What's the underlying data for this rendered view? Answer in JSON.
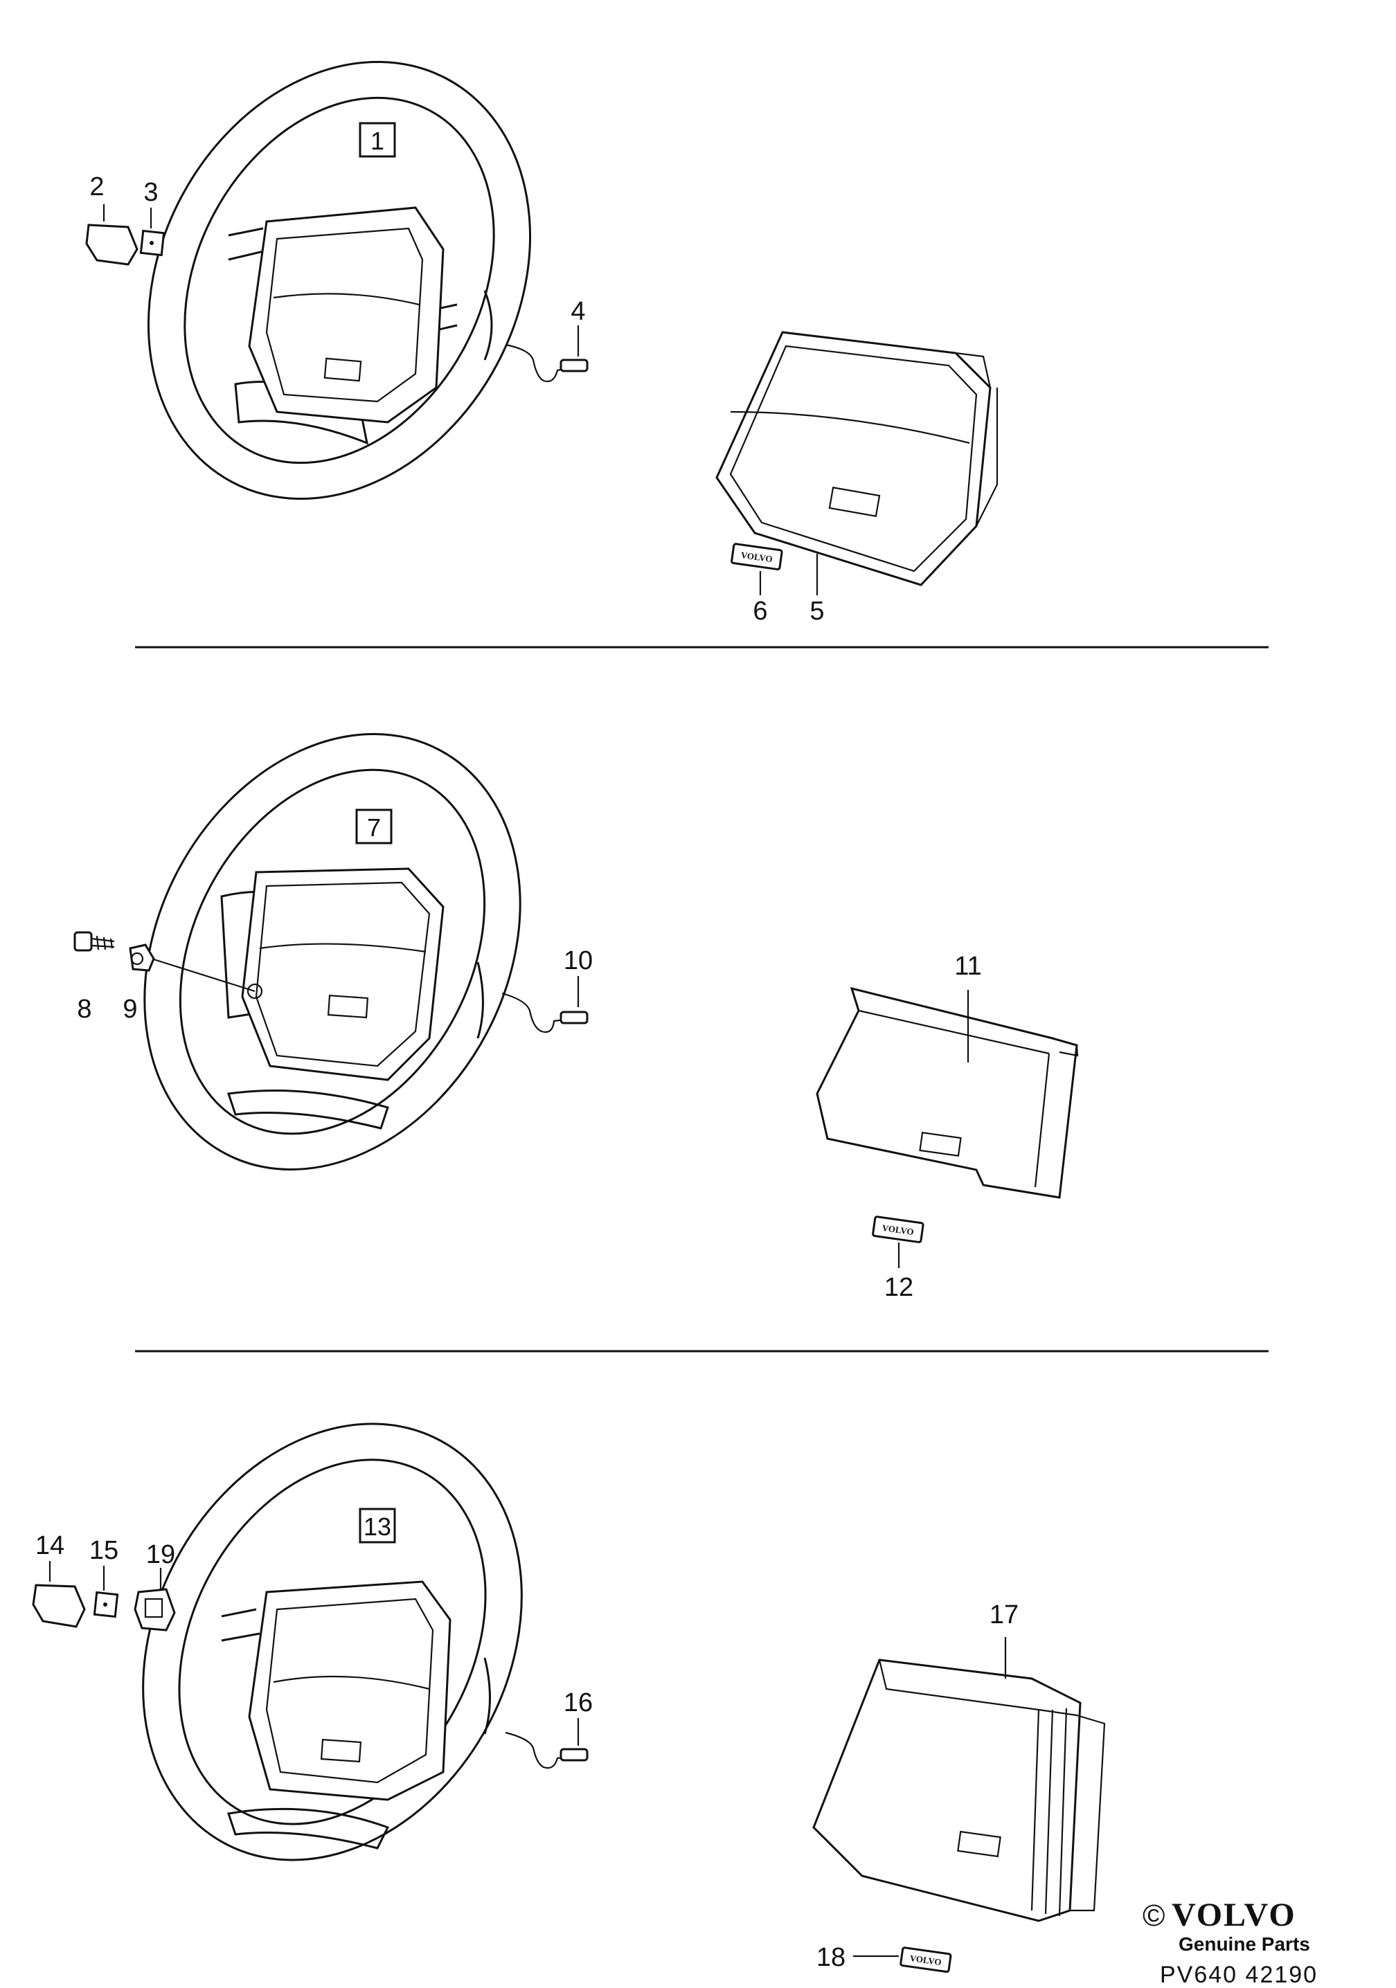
{
  "sections": [
    {
      "group_label": "1",
      "part_labels": [
        "2",
        "3",
        "4",
        "5",
        "6"
      ],
      "badge_text": "VOLVO"
    },
    {
      "group_label": "7",
      "part_labels": [
        "8",
        "9",
        "10",
        "11",
        "12"
      ],
      "badge_text": "VOLVO"
    },
    {
      "group_label": "13",
      "part_labels": [
        "14",
        "15",
        "19",
        "16",
        "17",
        "18"
      ],
      "badge_text": "VOLVO"
    }
  ],
  "brand": {
    "copyright": "©",
    "name": "VOLVO",
    "tagline": "Genuine Parts",
    "document_ref": "PV640 42190"
  }
}
